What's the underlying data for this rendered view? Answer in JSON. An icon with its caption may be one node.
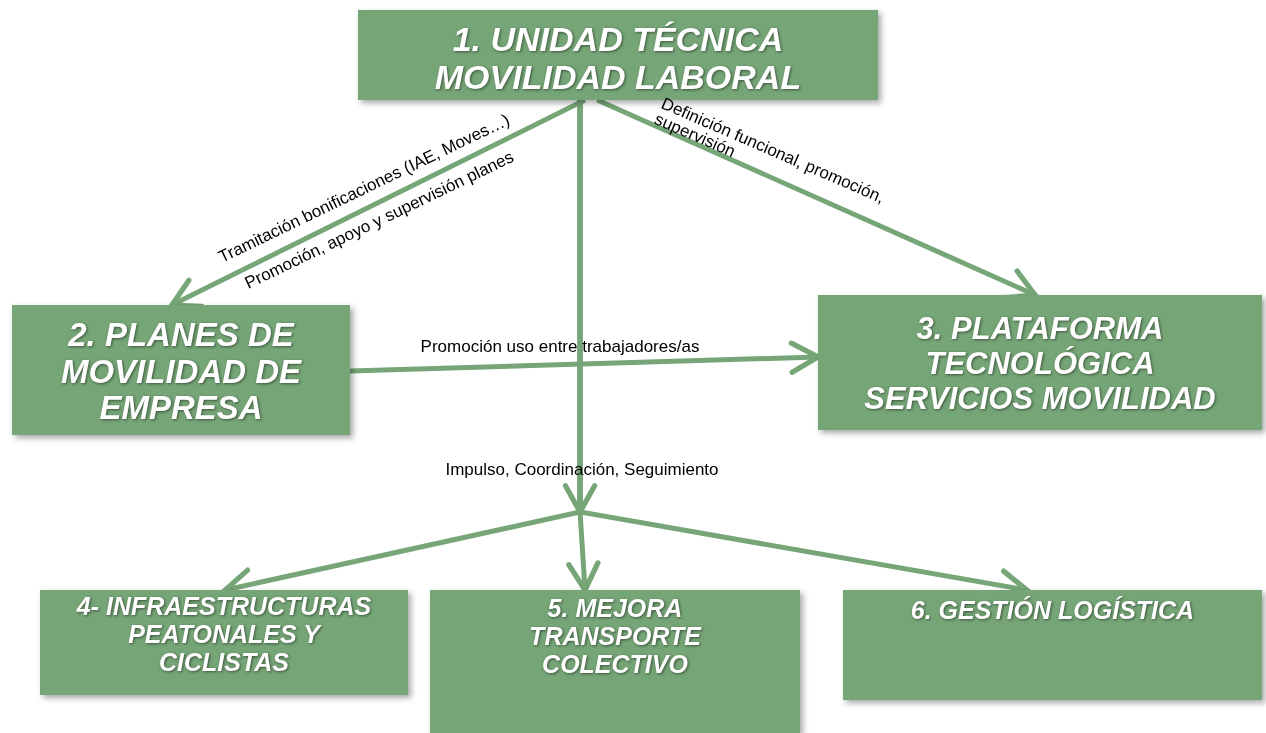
{
  "diagram": {
    "nodes": [
      {
        "text": [
          "1. UNIDAD TÉCNICA MOVILIDAD LABORAL"
        ]
      },
      {
        "text": [
          "2. PLANES DE MOVILIDAD DE EMPRESA"
        ]
      },
      {
        "text": [
          "3. PLATAFORMA TECNOLÓGICA SERVICIOS MOVILIDAD"
        ]
      },
      {
        "text": [
          "4- INFRAESTRUCTURAS PEATONALES Y CICLISTAS"
        ]
      },
      {
        "text": [
          "5. MEJORA TRANSPORTE COLECTIVO"
        ]
      },
      {
        "text": [
          "6. GESTIÓN LOGÍSTICA"
        ]
      }
    ],
    "edges": [
      {
        "from": 0,
        "to": 1,
        "arrow": "to",
        "label": "Tramitación bonificaciones (IAE, Moves…) Promoción, apoyo y supervisión planes"
      },
      {
        "from": 0,
        "to": 2,
        "arrow": "to",
        "label": "Definición funcional, promoción, supervisión"
      },
      {
        "from": 1,
        "to": 2,
        "arrow": "to",
        "label": "Promoción uso entre trabajadores/as"
      },
      {
        "from": 0,
        "to": 3,
        "arrow": "to"
      },
      {
        "from": 0,
        "to": 4,
        "arrow": "to",
        "label": "Impulso, Coordinación, Seguimiento"
      },
      {
        "from": 0,
        "to": 5,
        "arrow": "to"
      }
    ]
  }
}
